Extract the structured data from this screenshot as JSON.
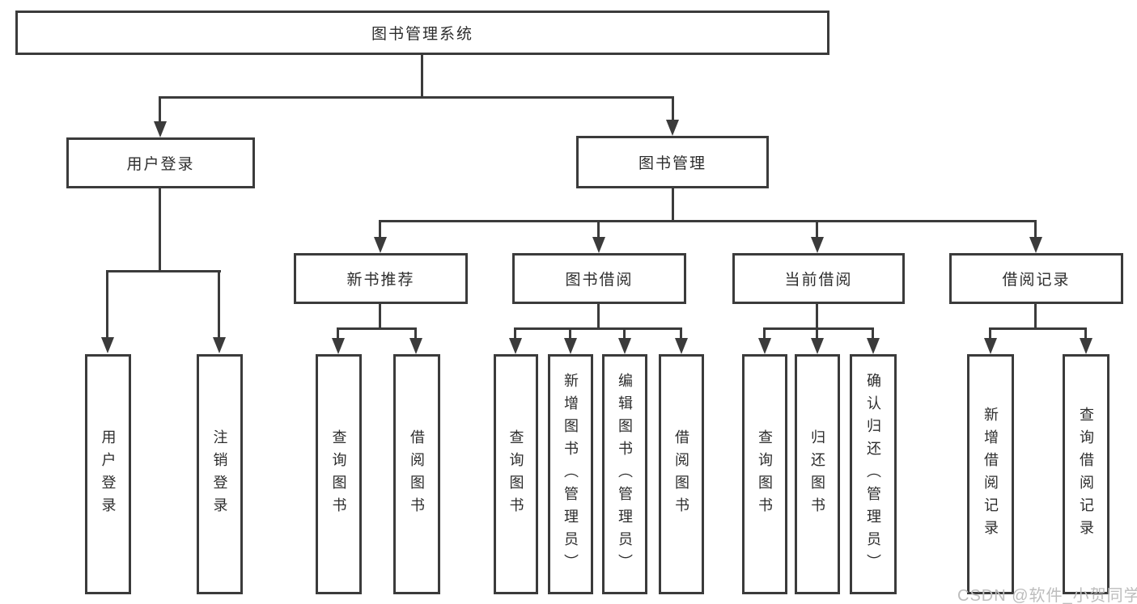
{
  "tree": {
    "root": {
      "label": "图书管理系统"
    },
    "login": {
      "label": "用户登录",
      "children": [
        {
          "label": "用户登录"
        },
        {
          "label": "注销登录"
        }
      ]
    },
    "management": {
      "label": "图书管理",
      "groups": [
        {
          "label": "新书推荐",
          "children": [
            {
              "label": "查询图书"
            },
            {
              "label": "借阅图书"
            }
          ]
        },
        {
          "label": "图书借阅",
          "children": [
            {
              "label": "查询图书"
            },
            {
              "label": "新增图书（管理员）"
            },
            {
              "label": "编辑图书（管理员）"
            },
            {
              "label": "借阅图书"
            }
          ]
        },
        {
          "label": "当前借阅",
          "children": [
            {
              "label": "查询图书"
            },
            {
              "label": "归还图书"
            },
            {
              "label": "确认归还（管理员）"
            }
          ]
        },
        {
          "label": "借阅记录",
          "children": [
            {
              "label": "新增借阅记录"
            },
            {
              "label": "查询借阅记录"
            }
          ]
        }
      ]
    }
  },
  "watermark": {
    "text": "CSDN @软件_小贺同学"
  },
  "colors": {
    "line": "#3b3b3b",
    "box_border": "#3b3b3b",
    "text": "#2d2d2d",
    "watermark": "#bdbdbd",
    "background": "#ffffff"
  }
}
